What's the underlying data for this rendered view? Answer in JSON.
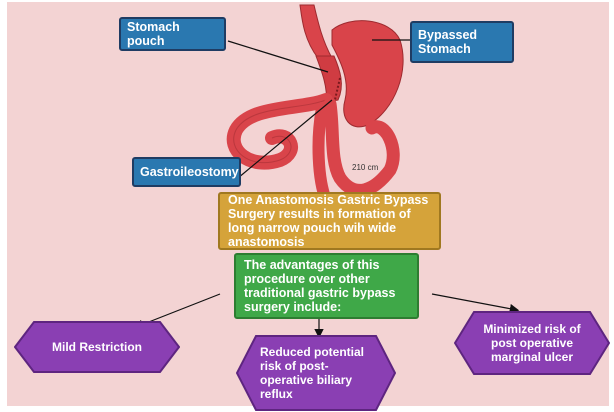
{
  "labels": {
    "stomach_pouch": "Stomach pouch",
    "bypassed_stomach": "Bypassed Stomach",
    "gastroileostomy": "Gastroileostomy",
    "limb_length": "210 cm"
  },
  "summary": "One Anastomosis Gastric Bypass Surgery results in formation of long narrow pouch wih wide anastomosis",
  "advantages_intro": "The advantages of this procedure over other traditional gastric bypass surgery include:",
  "advantages": [
    "Mild Restriction",
    "Reduced potential risk of post-operative biliary reflux",
    "Minimized risk of post operative marginal ulcer"
  ],
  "colors": {
    "background": "#f3d3d3",
    "label_box": "#2a78b0",
    "summary_box": "#d5a33a",
    "advantages_box": "#3fa848",
    "outcome_hexagon": "#8a3fb3",
    "intestine": "#d9444a"
  }
}
